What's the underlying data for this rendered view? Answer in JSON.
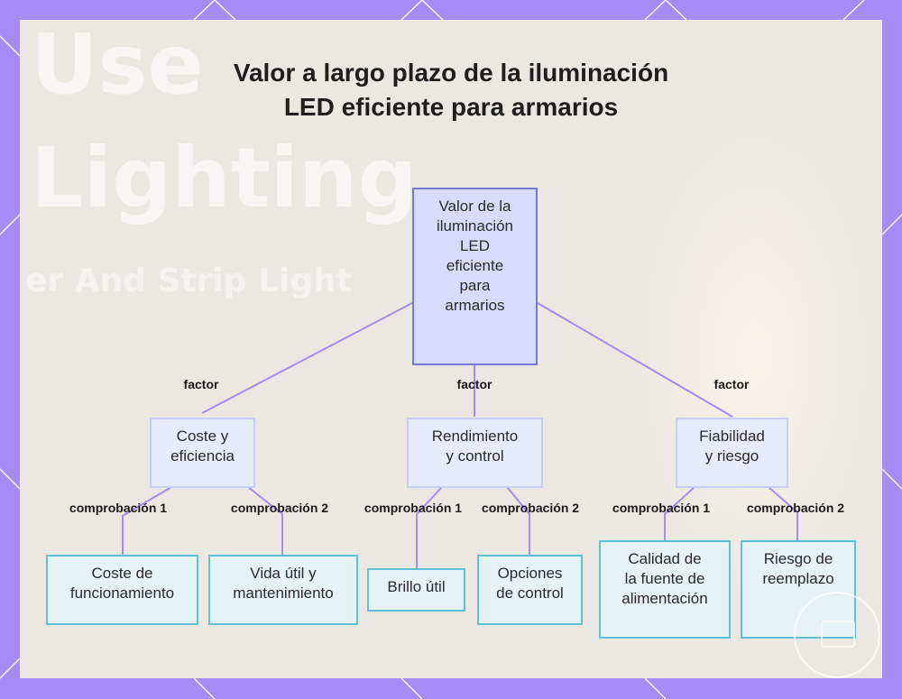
{
  "diagram": {
    "title": "Valor a largo plazo de la iluminación LED eficiente para armarios",
    "root": {
      "label": "Valor de la iluminación LED eficiente para armarios",
      "lines": [
        "Valor de la",
        "iluminación",
        "LED",
        "eficiente",
        "para",
        "armarios"
      ]
    },
    "edge_label_factor": "factor",
    "categories": [
      {
        "id": "cost",
        "lines": [
          "Coste y",
          "eficiencia"
        ],
        "children": [
          {
            "edge_label": "comprobación 1",
            "lines": [
              "Coste de",
              "funcionamiento"
            ]
          },
          {
            "edge_label": "comprobación 2",
            "lines": [
              "Vida útil y",
              "mantenimiento"
            ]
          }
        ]
      },
      {
        "id": "performance",
        "lines": [
          "Rendimiento",
          "y control"
        ],
        "children": [
          {
            "edge_label": "comprobación 1",
            "lines": [
              "Brillo útil"
            ]
          },
          {
            "edge_label": "comprobación 2",
            "lines": [
              "Opciones",
              "de control"
            ]
          }
        ]
      },
      {
        "id": "reliability",
        "lines": [
          "Fiabilidad",
          "y riesgo"
        ],
        "children": [
          {
            "edge_label": "comprobación 1",
            "lines": [
              "Calidad de",
              "la fuente de",
              "alimentación"
            ]
          },
          {
            "edge_label": "comprobación 2",
            "lines": [
              "Riesgo de",
              "reemplazo"
            ]
          }
        ]
      }
    ]
  },
  "background": {
    "text_lines": [
      "Use",
      "Lighting",
      "er And Strip Light"
    ]
  },
  "colors": {
    "frame": "#a58cf4",
    "edge": "#a58cf4",
    "root_fill": "#d9dbfb",
    "root_border": "#7478d8",
    "category_fill": "#e7ebfb",
    "category_border": "#c7cdf3",
    "leaf_fill": "#e5f3f7",
    "leaf_border": "#5fc1d3"
  }
}
